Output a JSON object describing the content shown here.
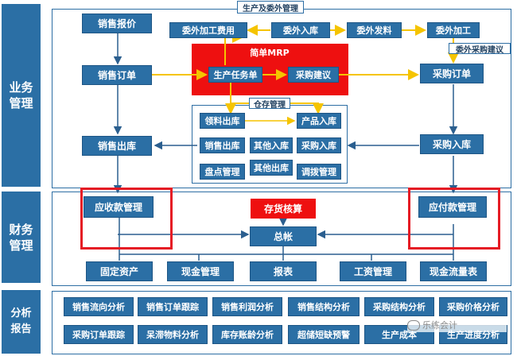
{
  "sections": {
    "business": [
      "业务",
      "管理"
    ],
    "finance": [
      "财务",
      "管理"
    ],
    "analysis": [
      "分析",
      "报告"
    ]
  },
  "labels": {
    "production_outsourcing": "生产及委外管理",
    "simple_mrp": "简单MRP",
    "warehouse": "仓存管理",
    "outsourcing_purchase_suggestion": "委外采购建议"
  },
  "nodes": {
    "sales_quote": "销售报价",
    "outsource_fee": "委外加工费用",
    "outsource_in": "委外入库",
    "outsource_issue": "委外发料",
    "outsource_process": "委外加工",
    "sales_order": "销售订单",
    "production_task": "生产任务单",
    "purchase_suggestion": "采购建议",
    "purchase_order": "采购订单",
    "material_out": "领料出库",
    "product_in": "产品入库",
    "sales_out_small": "销售出库",
    "other_in": "其他入库",
    "purchase_in_small": "采购入库",
    "inventory_mgmt": "盘点管理",
    "other_out": "其他出库",
    "transfer_mgmt": "调拨管理",
    "sales_out": "销售出库",
    "purchase_in": "采购入库",
    "ar_mgmt": "应收款管理",
    "inventory_costing": "存货核算",
    "ap_mgmt": "应付款管理",
    "general_ledger": "总帐",
    "fixed_assets": "固定资产",
    "cash_mgmt": "现金管理",
    "reports": "报表",
    "payroll": "工资管理",
    "cash_flow": "现金流量表"
  },
  "analysis_items": [
    "销售流向分析",
    "销售订单跟踪",
    "销售利润分析",
    "销售结构分析",
    "采购结构分析",
    "采购价格分析",
    "采购订单跟踪",
    "呆滞物料分析",
    "库存账龄分析",
    "超储短缺预警",
    "生产成本",
    "生产进度分析"
  ],
  "watermark": "乐练会计",
  "colors": {
    "box_blue": "#2b6fa5",
    "red": "#ee1010",
    "highlight_red": "#e51b24",
    "arrow_yellow": "#f5c400",
    "arrow_blue": "#2b5f8f"
  }
}
